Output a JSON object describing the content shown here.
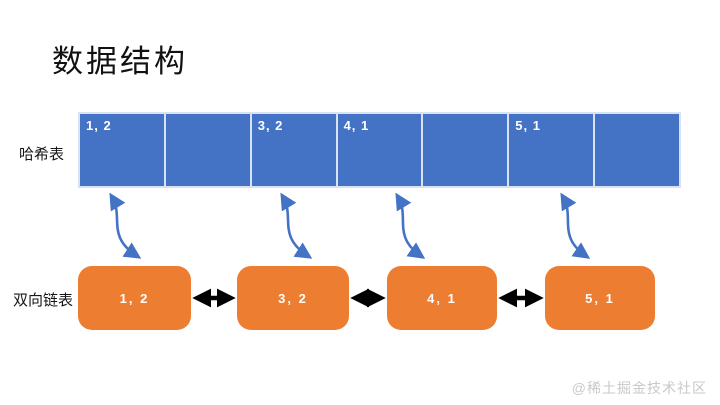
{
  "title": "数据结构",
  "hash_table": {
    "label": "哈希表",
    "cells": [
      "1, 2",
      "",
      "3, 2",
      "4, 1",
      "",
      "5, 1",
      ""
    ]
  },
  "linked_list": {
    "label": "双向链表",
    "nodes": [
      "1, 2",
      "3, 2",
      "4, 1",
      "5, 1"
    ]
  },
  "connections": {
    "hash_to_node": [
      {
        "cell": 0,
        "node": 0
      },
      {
        "cell": 2,
        "node": 1
      },
      {
        "cell": 3,
        "node": 2
      },
      {
        "cell": 5,
        "node": 3
      }
    ],
    "node_links": [
      {
        "from": 0,
        "to": 1,
        "bidirectional": true
      },
      {
        "from": 1,
        "to": 2,
        "bidirectional": true
      },
      {
        "from": 2,
        "to": 3,
        "bidirectional": true
      }
    ]
  },
  "watermark": "@稀土掘金技术社区",
  "colors": {
    "hash_fill": "#4472C4",
    "cell_border": "#D9E2F3",
    "node_fill": "#ED7D31",
    "curve_arrow": "#4472C4",
    "link_arrow": "#000000",
    "title_text": "#111111",
    "watermark_text": "#C9C9C9"
  }
}
